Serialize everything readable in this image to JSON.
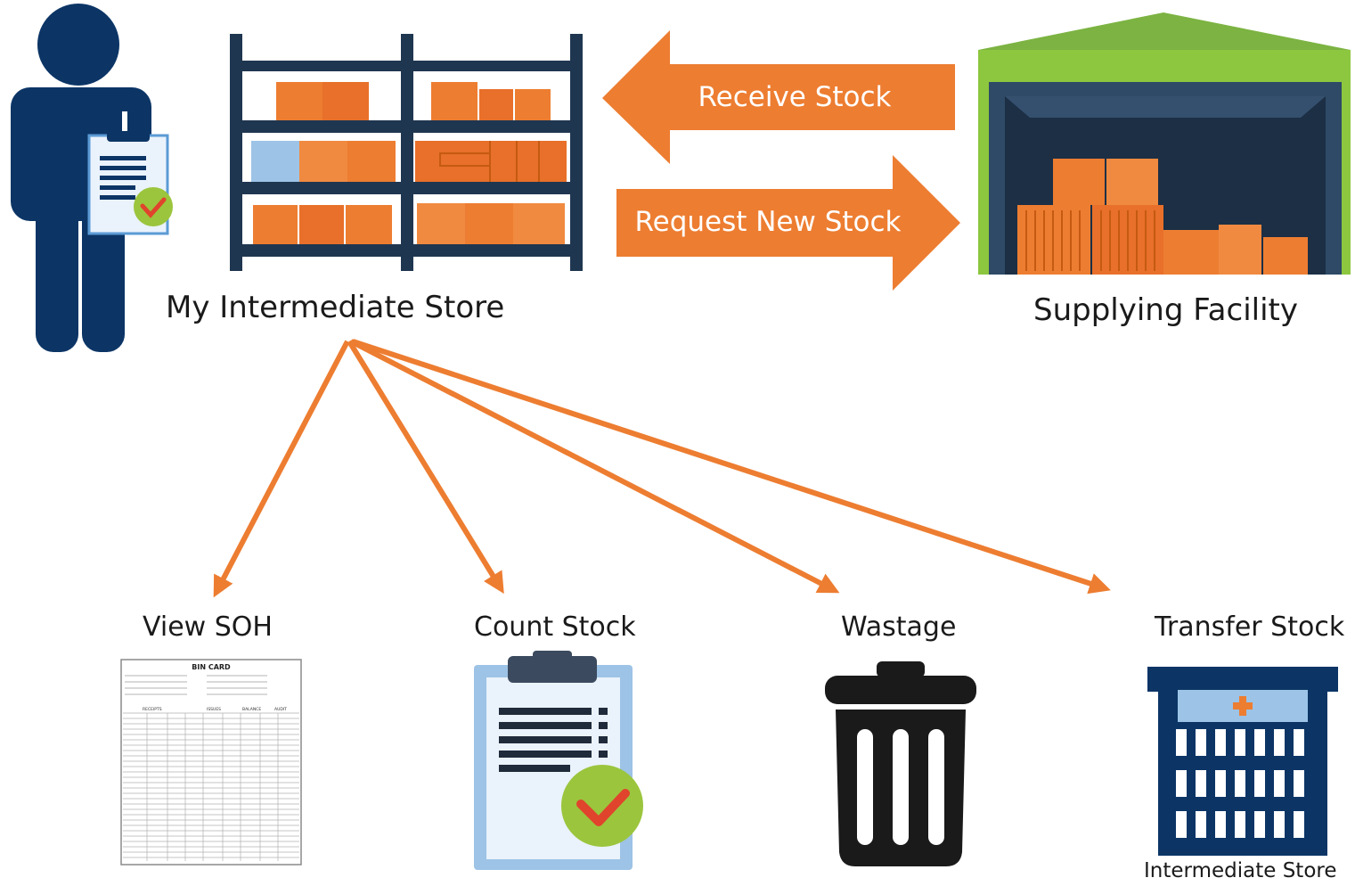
{
  "diagram": {
    "store_label": "My Intermediate Store",
    "supplier_label": "Supplying Facility",
    "receive_label": "Receive Stock",
    "request_label": "Request New Stock",
    "actions": [
      {
        "label": "View SOH",
        "icon": "bin-card-icon"
      },
      {
        "label": "Count Stock",
        "icon": "clipboard-check-icon"
      },
      {
        "label": "Wastage",
        "icon": "trash-can-icon"
      },
      {
        "label": "Transfer Stock",
        "icon": "building-icon"
      }
    ],
    "transfer_building_label": "Intermediate Store",
    "bin_card": {
      "title": "BIN CARD",
      "sections": [
        "RECEIPTS",
        "ISSUES",
        "BALANCE",
        "AUDIT"
      ]
    }
  },
  "colors": {
    "orange": "#ed7d31",
    "navy": "#0c3566",
    "green_check": "#9bc53d",
    "warehouse_green": "#8dc63f",
    "dark": "#1a1a1a"
  }
}
